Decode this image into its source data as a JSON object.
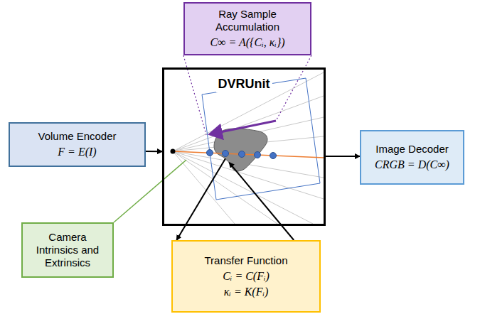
{
  "diagram": {
    "nodes": [
      {
        "text": [
          "Volume Encoder",
          "F = E(I)"
        ]
      },
      {
        "text": [
          "DVRUnit"
        ]
      },
      {
        "text": [
          "Ray Sample Accumulation",
          "C∞ = A({Cᵢ, κᵢ})"
        ]
      },
      {
        "text": [
          "Image Decoder",
          "CRGB = D(C∞)"
        ]
      },
      {
        "text": [
          "Camera Intrinsics and Extrinsics"
        ]
      },
      {
        "text": [
          "Transfer Function",
          "Cᵢ = C(Fᵢ)",
          "κᵢ = K(Fᵢ)"
        ]
      }
    ],
    "edges": [
      {
        "from": 0,
        "to": 1,
        "arrow": "to"
      },
      {
        "from": 1,
        "to": 3,
        "arrow": "to"
      },
      {
        "from": 4,
        "to": 1,
        "arrow": "none"
      },
      {
        "from": 1,
        "to": 5,
        "arrow": "to"
      },
      {
        "from": 5,
        "to": 1,
        "arrow": "to"
      },
      {
        "from": 2,
        "to": 1,
        "arrow": "none"
      }
    ]
  }
}
